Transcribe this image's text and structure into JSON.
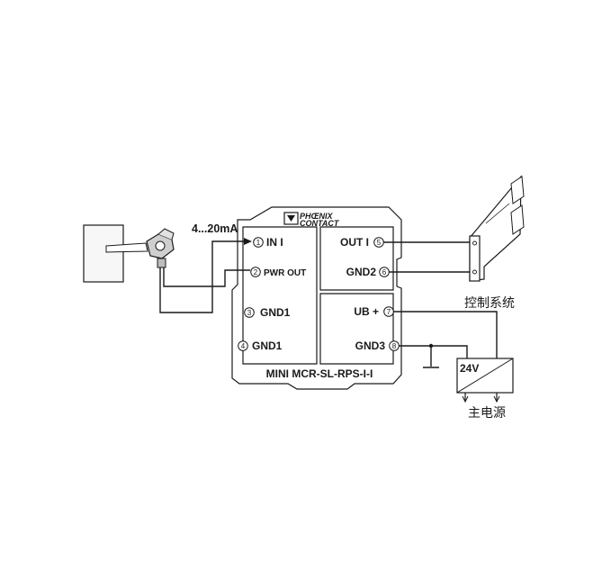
{
  "signal_label": "4...20mA",
  "brand": {
    "line1": "PHŒNIX",
    "line2": "CONTACT"
  },
  "module": {
    "name": "MINI MCR-SL-RPS-I-I"
  },
  "terminals": {
    "t1": {
      "num": "1",
      "label": "IN I"
    },
    "t2": {
      "num": "2",
      "label": "PWR OUT"
    },
    "t3": {
      "num": "3",
      "label": "GND1"
    },
    "t4": {
      "num": "4",
      "label": "GND1"
    },
    "t5": {
      "num": "5",
      "label": "OUT I"
    },
    "t6": {
      "num": "6",
      "label": "GND2"
    },
    "t7": {
      "num": "7",
      "label": "UB +"
    },
    "t8": {
      "num": "8",
      "label": "GND3"
    }
  },
  "control_system": {
    "label": "控制系统"
  },
  "power_supply": {
    "voltage": "24V",
    "label": "主电源"
  }
}
